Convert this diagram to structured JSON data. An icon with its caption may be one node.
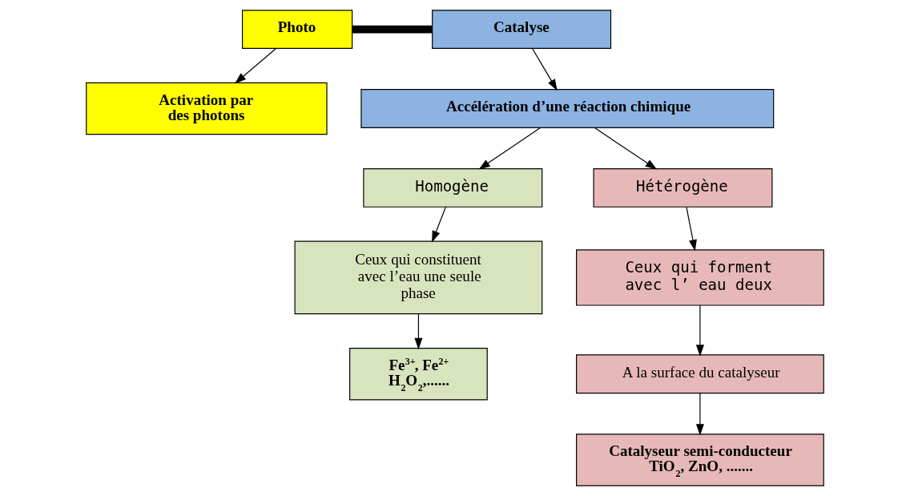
{
  "diagram": {
    "nodes": [
      {
        "text": [
          "Photo"
        ]
      },
      {
        "text": [
          "Catalyse"
        ]
      },
      {
        "text": [
          "Activation par des photons"
        ]
      },
      {
        "text": [
          "Accélération d’une réaction chimique"
        ]
      },
      {
        "text": [
          "Homogène"
        ]
      },
      {
        "text": [
          "Hétérogène"
        ]
      },
      {
        "text": [
          "Ceux qui constituent avec l’eau une seule phase"
        ]
      },
      {
        "text": [
          "Ceux qui forment avec l’ eau deux"
        ]
      },
      {
        "text": [
          "Fe$^{3+}$, Fe$^{2+}$ H$_{2}$O$_{2}$,......"
        ]
      },
      {
        "text": [
          "A la surface du catalyseur"
        ]
      },
      {
        "text": [
          "Catalyseur semi-conducteur TiO$_{2}$, ZnO, ......."
        ]
      }
    ],
    "edges": [
      {
        "from": 0,
        "to": 1,
        "arrow": "none",
        "style": "thick"
      },
      {
        "from": 0,
        "to": 2,
        "arrow": "to"
      },
      {
        "from": 1,
        "to": 3,
        "arrow": "to"
      },
      {
        "from": 3,
        "to": 4,
        "arrow": "to"
      },
      {
        "from": 3,
        "to": 5,
        "arrow": "to"
      },
      {
        "from": 4,
        "to": 6,
        "arrow": "to"
      },
      {
        "from": 5,
        "to": 7,
        "arrow": "to"
      },
      {
        "from": 6,
        "to": 8,
        "arrow": "to"
      },
      {
        "from": 7,
        "to": 9,
        "arrow": "to"
      },
      {
        "from": 9,
        "to": 10,
        "arrow": "to"
      }
    ]
  }
}
